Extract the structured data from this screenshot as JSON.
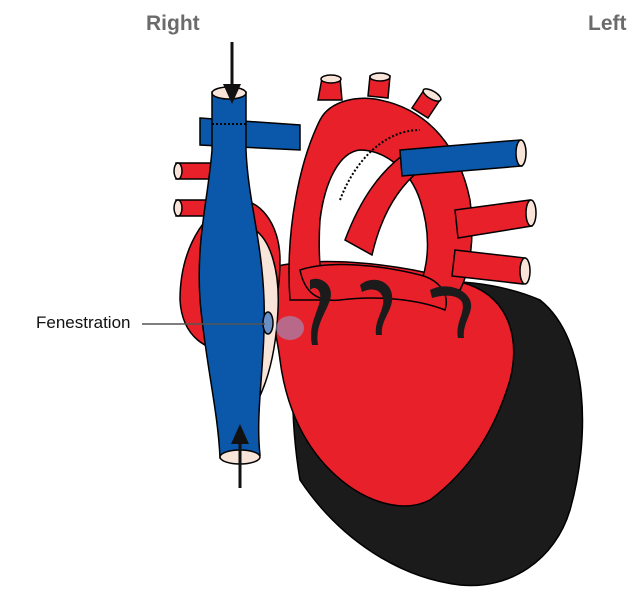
{
  "labels": {
    "right": "Right",
    "left": "Left",
    "fenestration": "Fenestration"
  },
  "colors": {
    "oxygenated_red": "#e8202a",
    "deoxygenated_blue": "#0b57a9",
    "ventricle_dark": "#1b1b1b",
    "vessel_opening": "#f8e4d8",
    "label_gray": "#6b6b6b"
  }
}
